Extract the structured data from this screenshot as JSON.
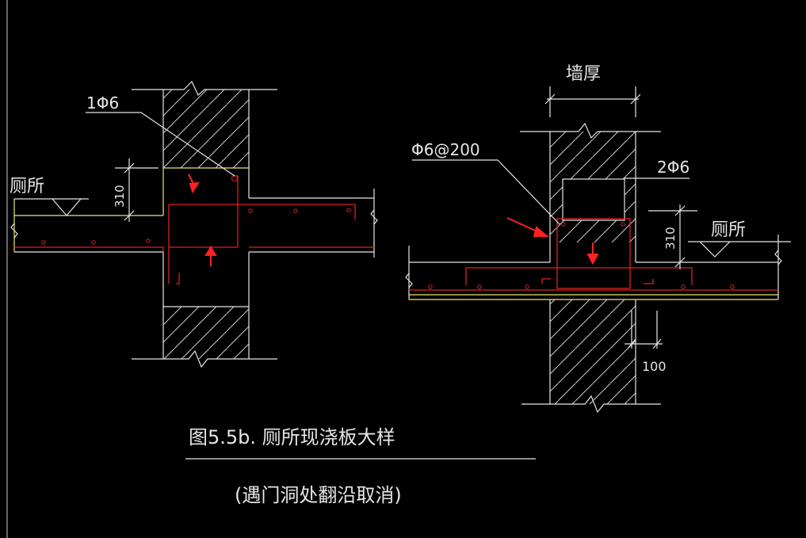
{
  "drawing": {
    "colors": {
      "background": "#000000",
      "line_white": "#e6e6e6",
      "line_yellow": "#e8e870",
      "rebar_red": "#e02020",
      "arrow_red": "#ff2020"
    },
    "left_detail": {
      "rebar_label": "1Φ6",
      "room_label": "厕所",
      "dim_height": "310"
    },
    "right_detail": {
      "wall_thickness_label": "墙厚",
      "stirrup_label": "Φ6@200",
      "top_bar_label": "2Φ6",
      "room_label": "厕所",
      "dim_height": "310",
      "dim_offset": "100"
    },
    "caption": {
      "title": "图5.5b. 厕所现浇板大样",
      "note": "(遇门洞处翻沿取消)"
    }
  }
}
